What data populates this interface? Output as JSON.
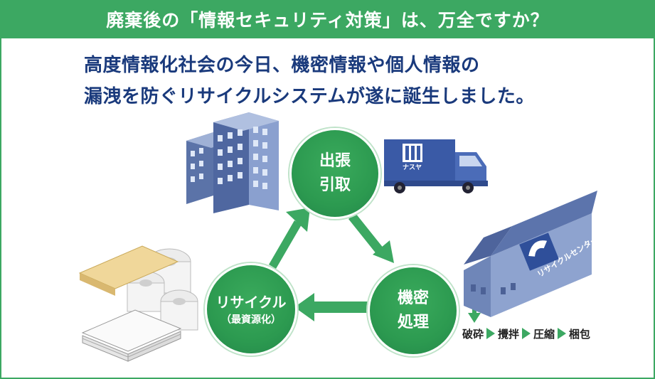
{
  "header": {
    "title": "廃棄後の「情報セキュリティ対策」は、万全ですか？"
  },
  "subtitle": {
    "line1": "高度情報化社会の今日、機密情報や個人情報の",
    "line2": "漏洩を防ぐリサイクルシステムが遂に誕生しました。"
  },
  "cycle": {
    "top": {
      "line1": "出張",
      "line2": "引取"
    },
    "right": {
      "line1": "機密",
      "line2": "処理"
    },
    "left": {
      "line1": "リサイクル",
      "line2": "（最資源化）"
    }
  },
  "truck": {
    "brand": "ナスヤ"
  },
  "recycle_center": {
    "label": "リサイクルセンター"
  },
  "process_steps": [
    "破砕",
    "攪拌",
    "圧縮",
    "梱包"
  ],
  "colors": {
    "accent_green": "#3ca862",
    "circle_green": "#2c9a50",
    "text_navy": "#1a3a7c",
    "building_blue": "#6f86b8"
  }
}
